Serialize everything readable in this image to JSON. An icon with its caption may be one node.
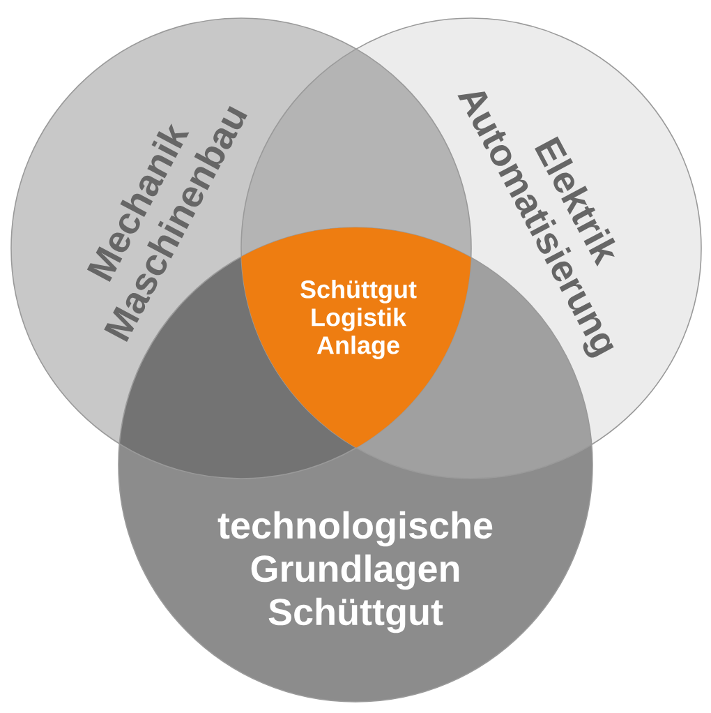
{
  "diagram": {
    "nodes": [
      {
        "text": [
          "Mechanik Maschinenbau"
        ]
      },
      {
        "text": [
          "Elektrik Automatisierung"
        ]
      },
      {
        "text": [
          "technologische Grundlagen Schüttgut"
        ]
      },
      {
        "text": [
          "Schüttgut Logistik Anlage"
        ]
      }
    ]
  }
}
